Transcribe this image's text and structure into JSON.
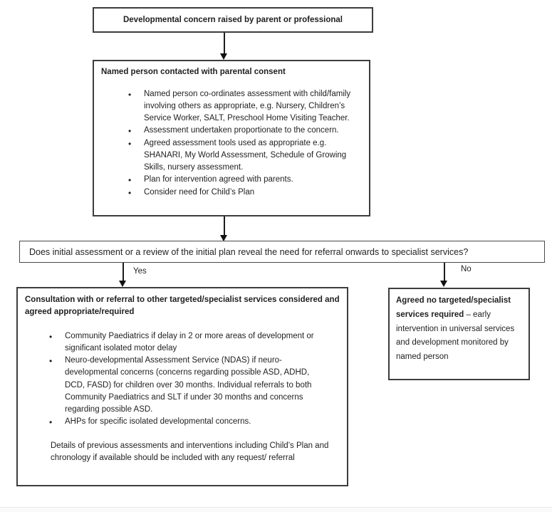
{
  "colors": {
    "background": "#ffffff",
    "box_border": "#3d3d3d",
    "text": "#1f1f1f",
    "arrow": "#111111"
  },
  "flowchart": {
    "top_box": {
      "text": "Developmental concern raised by parent or professional"
    },
    "named_person_box": {
      "heading": "Named person contacted with parental consent",
      "bullets": [
        "Named person co-ordinates assessment with child/family involving others as appropriate, e.g. Nursery, Children’s Service Worker, SALT, Preschool Home Visiting Teacher.",
        "Assessment undertaken proportionate to the concern.",
        "Agreed assessment tools used as appropriate e.g. SHANARI, My World Assessment, Schedule of Growing Skills, nursery assessment.",
        "Plan for intervention agreed with parents.",
        "Consider need for Child’s Plan"
      ]
    },
    "question_box": {
      "text": "Does initial assessment or a review of the initial plan reveal the need for referral onwards to specialist services?"
    },
    "yes_label": "Yes",
    "no_label": "No",
    "left_box": {
      "heading": "Consultation with or referral to other targeted/specialist services considered and agreed appropriate/required",
      "bullets": [
        "Community Paediatrics if delay in 2 or more areas of development or significant isolated motor delay",
        "Neuro-developmental Assessment Service (NDAS) if neuro-developmental concerns (concerns regarding possible ASD, ADHD, DCD, FASD) for children over 30 months. Individual referrals to both Community Paediatrics and SLT if under 30 months and concerns regarding possible ASD.",
        "AHPs for specific isolated developmental concerns."
      ],
      "footnote": "Details of previous assessments and interventions including Child’s Plan and chronology if available should be included with any request/ referral"
    },
    "right_box": {
      "bold_text": "Agreed no targeted/specialist services required",
      "regular_text": " – early intervention in universal services and development monitored by named person"
    }
  }
}
